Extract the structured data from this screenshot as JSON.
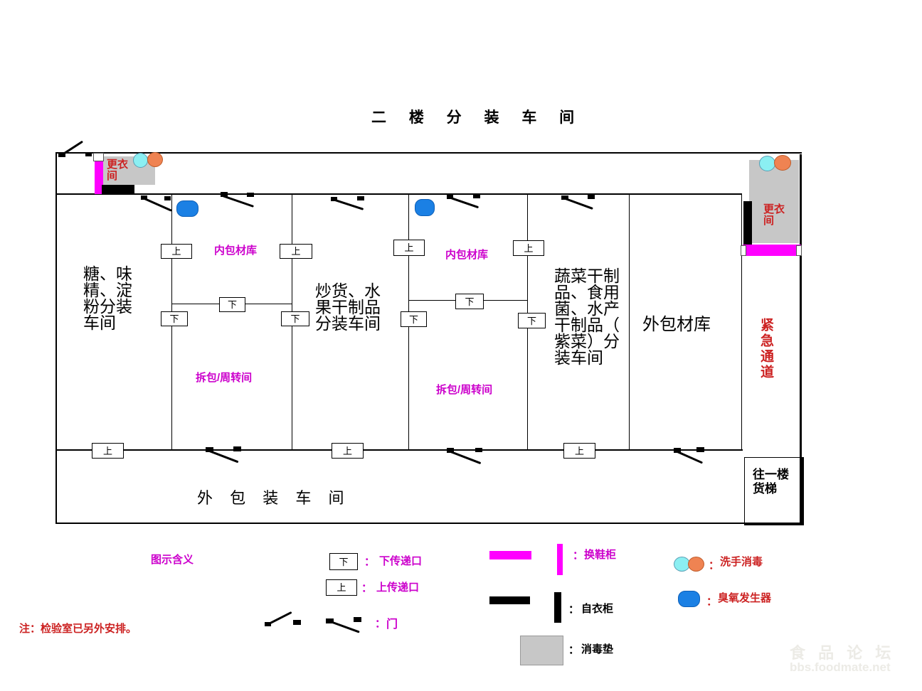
{
  "title": "二 楼 分 装 车 间",
  "rooms": {
    "sugar": "糖、味\n精、淀\n粉分装\n车间",
    "fried": "炒货、水\n果干制品\n分装车间",
    "veg": "蔬菜干制\n品、食用\n菌、水产\n干制品（\n紫菜）分\n装车间",
    "outer_pack": "外 包 装 车 间",
    "outer_material": "外包材库",
    "inner_material": "内包材库",
    "unpack": "拆包/周转间",
    "changing": "更衣\n间",
    "emergency": "紧急通道",
    "elevator": "往一楼\n货梯"
  },
  "windows": {
    "up": "上",
    "down": "下"
  },
  "legend": {
    "heading": "图示含义",
    "down_box": "下",
    "down_label": "下传递口",
    "up_box": "上",
    "up_label": "上传递口",
    "door_label": "门",
    "shoe_label": "换鞋柜",
    "white_cabinet_label": "自衣柜",
    "mat_label": "消毒垫",
    "wash_label": "洗手消毒",
    "ozone_label": "臭氧发生器",
    "colon": "："
  },
  "note": "注：检验室已另外安排。",
  "watermark": {
    "line1": "食 品 论 坛",
    "line2": "bbs.foodmate.net"
  },
  "colors": {
    "magenta_bar": "#ff00ff",
    "magenta_text": "#cc00cc",
    "red_text": "#cc2222",
    "ozone_blue": "#1b80e4",
    "wash_cyan": "#8beff2",
    "wash_orange": "#ef8352",
    "mat_gray": "#c7c7c7"
  }
}
